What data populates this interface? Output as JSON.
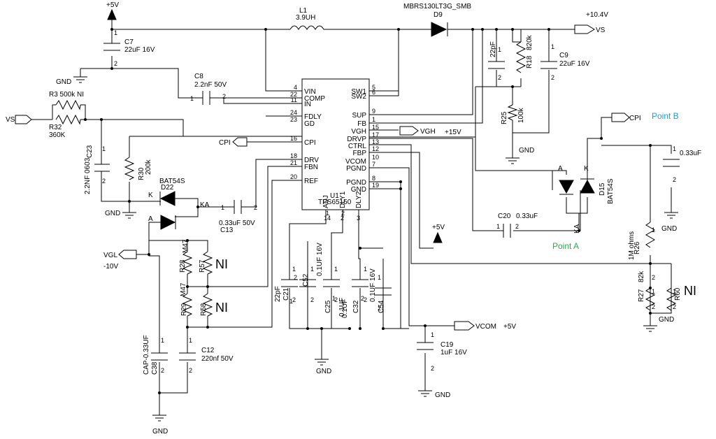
{
  "ic": {
    "ref": "U1",
    "part": "TPS65150",
    "left_pins": [
      {
        "num": "4",
        "name": "VIN"
      },
      {
        "num": "22",
        "name": "COMP"
      },
      {
        "num": "11",
        "name": "IN"
      },
      {
        "num": "24",
        "name": "FDLY"
      },
      {
        "num": "23",
        "name": "GD"
      },
      {
        "num": "16",
        "name": "CPI"
      },
      {
        "num": "18",
        "name": "DRV"
      },
      {
        "num": "21",
        "name": "FBN"
      },
      {
        "num": "20",
        "name": "REF"
      }
    ],
    "right_pins": [
      {
        "num": "5",
        "name": "SW1"
      },
      {
        "num": "6",
        "name": "SW2"
      },
      {
        "num": "9",
        "name": "SUP"
      },
      {
        "num": "1",
        "name": "FB"
      },
      {
        "num": "15",
        "name": "VGH"
      },
      {
        "num": "17",
        "name": "DRVP"
      },
      {
        "num": "13",
        "name": "CTRL"
      },
      {
        "num": "12",
        "name": "FBP"
      },
      {
        "num": "10",
        "name": "VCOM"
      },
      {
        "num": "7",
        "name": "PGND"
      },
      {
        "num": "8",
        "name": "PGND"
      },
      {
        "num": "19",
        "name": "GND"
      }
    ],
    "bottom_pins": [
      {
        "num": "14",
        "name": "ADJ"
      },
      {
        "num": "2",
        "name": "DLY1"
      },
      {
        "num": "3",
        "name": "DLY2"
      }
    ]
  },
  "labels": [
    {
      "id": "vcc-5v-top",
      "text": "+5V"
    },
    {
      "id": "c7-ref",
      "text": "C7"
    },
    {
      "id": "c7-val",
      "text": "22uF 16V"
    },
    {
      "id": "gnd-c7",
      "text": "GND"
    },
    {
      "id": "c8-ref",
      "text": "C8"
    },
    {
      "id": "c8-val",
      "text": "2.2nF 50V"
    },
    {
      "id": "r3",
      "text": "R3 500k  NI"
    },
    {
      "id": "vs-in",
      "text": "VS"
    },
    {
      "id": "r32-ref",
      "text": "R32"
    },
    {
      "id": "r32-val",
      "text": "360K"
    },
    {
      "id": "c23-ref",
      "text": "C23"
    },
    {
      "id": "c23-val",
      "text": "2.2NF 0603"
    },
    {
      "id": "r30-ref",
      "text": "R30"
    },
    {
      "id": "r30-val",
      "text": "200k"
    },
    {
      "id": "d22-part",
      "text": "BAT54S"
    },
    {
      "id": "d22-ref",
      "text": "D22"
    },
    {
      "id": "d22-k",
      "text": "K"
    },
    {
      "id": "d22-ka",
      "text": "KA"
    },
    {
      "id": "d22-a",
      "text": "A"
    },
    {
      "id": "gnd-r30",
      "text": "GND"
    },
    {
      "id": "c13-val",
      "text": "0.33uF 50V"
    },
    {
      "id": "c13-ref",
      "text": "C13"
    },
    {
      "id": "cpi-left",
      "text": "CPI"
    },
    {
      "id": "vgl",
      "text": "VGL"
    },
    {
      "id": "vgl-v",
      "text": "-10V"
    },
    {
      "id": "r28-ref",
      "text": "R28"
    },
    {
      "id": "r28-val",
      "text": "M47"
    },
    {
      "id": "r57-ref",
      "text": "R57"
    },
    {
      "id": "ni-1",
      "text": "NI"
    },
    {
      "id": "r29-ref",
      "text": "R29"
    },
    {
      "id": "r29-val",
      "text": "M47"
    },
    {
      "id": "r58-ref",
      "text": "R58"
    },
    {
      "id": "ni-2",
      "text": "NI"
    },
    {
      "id": "c38-ref",
      "text": "C38"
    },
    {
      "id": "c38-val",
      "text": "CAP-0.33UF"
    },
    {
      "id": "c12-ref",
      "text": "C12"
    },
    {
      "id": "c12-val",
      "text": "220nf 50V"
    },
    {
      "id": "gnd-c38",
      "text": "GND"
    },
    {
      "id": "l1-ref",
      "text": "L1"
    },
    {
      "id": "l1-val",
      "text": "3.9UH"
    },
    {
      "id": "d9-part",
      "text": "MBRS130LT3G_SMB"
    },
    {
      "id": "d9-ref",
      "text": "D9"
    },
    {
      "id": "vs-out-v",
      "text": "+10.4V"
    },
    {
      "id": "vs-out",
      "text": "VS"
    },
    {
      "id": "c-22pf-top",
      "text": "22pF"
    },
    {
      "id": "r18-ref",
      "text": "R18"
    },
    {
      "id": "r18-val",
      "text": "820k"
    },
    {
      "id": "c9-ref",
      "text": "C9"
    },
    {
      "id": "c9-val",
      "text": "22uF 16V"
    },
    {
      "id": "r25-ref",
      "text": "R25"
    },
    {
      "id": "r25-val",
      "text": "100k"
    },
    {
      "id": "gnd-r25",
      "text": "GND"
    },
    {
      "id": "vgh",
      "text": "VGH"
    },
    {
      "id": "vgh-v",
      "text": "+15V"
    },
    {
      "id": "cpi-right",
      "text": "CPI"
    },
    {
      "id": "point-b",
      "text": "Point B"
    },
    {
      "id": "c-033-right",
      "text": "0.33uF"
    },
    {
      "id": "gnd-right-cap",
      "text": "GND"
    },
    {
      "id": "d15-a",
      "text": "A"
    },
    {
      "id": "d15-k",
      "text": "K"
    },
    {
      "id": "d15-ref",
      "text": "D15"
    },
    {
      "id": "d15-part",
      "text": "BAT54S"
    },
    {
      "id": "d15-ka",
      "text": "KA"
    },
    {
      "id": "vcc-5v-mid",
      "text": "+5V"
    },
    {
      "id": "c20-ref",
      "text": "C20"
    },
    {
      "id": "c20-val",
      "text": "0.33uF"
    },
    {
      "id": "point-a",
      "text": "Point A"
    },
    {
      "id": "r26-ref",
      "text": "R26"
    },
    {
      "id": "r26-val",
      "text": "1M ohms"
    },
    {
      "id": "r27-ref",
      "text": "R27"
    },
    {
      "id": "r27-val",
      "text": "82k"
    },
    {
      "id": "r60-ref",
      "text": "R60"
    },
    {
      "id": "ni-3",
      "text": "NI"
    },
    {
      "id": "gnd-r27",
      "text": "GND"
    },
    {
      "id": "c21-val",
      "text": "22pF"
    },
    {
      "id": "c21-ref",
      "text": "C21"
    },
    {
      "id": "c52-ref",
      "text": "C52"
    },
    {
      "id": "c52-val",
      "text": "0.1UF 16V"
    },
    {
      "id": "c25-ref",
      "text": "C25"
    },
    {
      "id": "c25-val",
      "text": "0.1UF"
    },
    {
      "id": "c32-ref",
      "text": "C32"
    },
    {
      "id": "c32-val",
      "text": "0.1UF"
    },
    {
      "id": "c54-ref",
      "text": "C54"
    },
    {
      "id": "c54-val",
      "text": "0.1UF 16V"
    },
    {
      "id": "gnd-bottom",
      "text": "GND"
    },
    {
      "id": "vcom",
      "text": "VCOM"
    },
    {
      "id": "vcom-v",
      "text": "+5V"
    },
    {
      "id": "c19-ref",
      "text": "C19"
    },
    {
      "id": "c19-val",
      "text": "1uF 16V"
    },
    {
      "id": "gnd-c19",
      "text": "GND"
    }
  ],
  "pin_numbers": [
    "1",
    "2",
    "1",
    "2",
    "1",
    "2",
    "1",
    "2",
    "1",
    "2",
    "1",
    "2",
    "1",
    "2",
    "1",
    "2",
    "1",
    "2",
    "1",
    "2",
    "1",
    "2",
    "1",
    "2",
    "1",
    "2",
    "1",
    "2",
    "1",
    "2",
    "1",
    "2",
    "1",
    "2",
    "1",
    "2",
    "1",
    "2",
    "1",
    "2",
    "1",
    "2",
    "1",
    "2"
  ]
}
